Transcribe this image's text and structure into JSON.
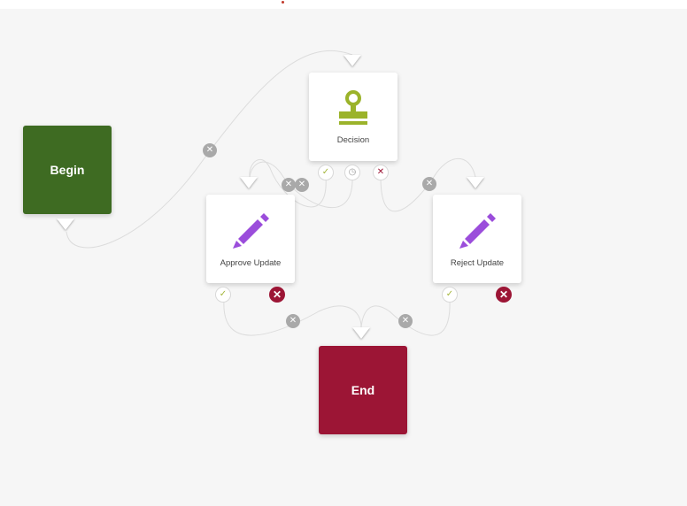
{
  "nodes": {
    "begin": {
      "label": "Begin",
      "color": "#3e6b22"
    },
    "decision": {
      "label": "Decision",
      "icon": "stamp-icon",
      "icon_color": "#9bb32a"
    },
    "approve": {
      "label": "Approve Update",
      "icon": "pencil-icon",
      "icon_color": "#9b4ddb"
    },
    "reject": {
      "label": "Reject Update",
      "icon": "pencil-icon",
      "icon_color": "#9b4ddb"
    },
    "end": {
      "label": "End",
      "color": "#9c1535"
    }
  },
  "glyphs": {
    "check": "✓",
    "cross": "✕",
    "clock": "◷"
  },
  "colors": {
    "check": "#a4b63a",
    "cross": "#9c1535",
    "delete": "#a9a9a9",
    "link": "#dcdcdc"
  }
}
